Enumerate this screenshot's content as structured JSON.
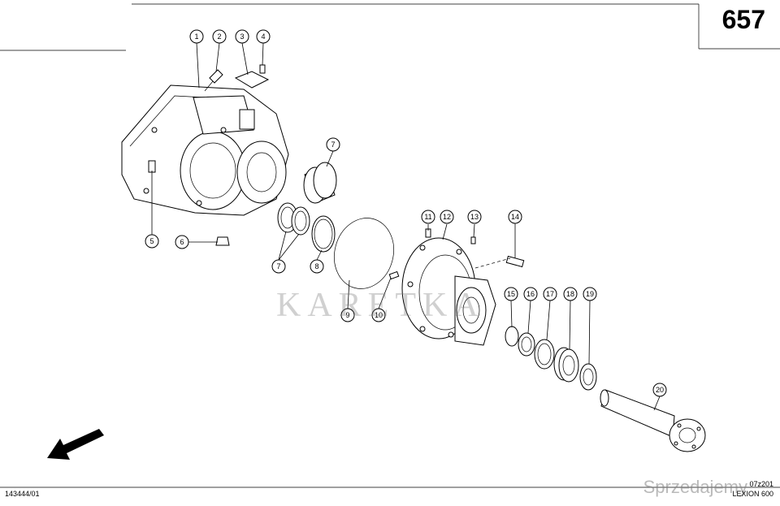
{
  "header": {
    "page_number": "657"
  },
  "footer": {
    "drawing_code": "143444/01",
    "ref_code": "07z201",
    "model": "LEXION 600"
  },
  "watermarks": {
    "center": "KARETKA",
    "corner": "Sprzedajemy"
  },
  "callouts": [
    {
      "id": "c1",
      "label": "1"
    },
    {
      "id": "c2",
      "label": "2"
    },
    {
      "id": "c3",
      "label": "3"
    },
    {
      "id": "c4",
      "label": "4"
    },
    {
      "id": "c5",
      "label": "5"
    },
    {
      "id": "c6",
      "label": "6"
    },
    {
      "id": "c7a",
      "label": "7"
    },
    {
      "id": "c7b",
      "label": "7"
    },
    {
      "id": "c8",
      "label": "8"
    },
    {
      "id": "c9",
      "label": "9"
    },
    {
      "id": "c10",
      "label": "10"
    },
    {
      "id": "c11",
      "label": "11"
    },
    {
      "id": "c12",
      "label": "12"
    },
    {
      "id": "c13",
      "label": "13"
    },
    {
      "id": "c14",
      "label": "14"
    },
    {
      "id": "c15",
      "label": "15"
    },
    {
      "id": "c16",
      "label": "16"
    },
    {
      "id": "c17",
      "label": "17"
    },
    {
      "id": "c18",
      "label": "18"
    },
    {
      "id": "c19",
      "label": "19"
    },
    {
      "id": "c20",
      "label": "20"
    }
  ]
}
